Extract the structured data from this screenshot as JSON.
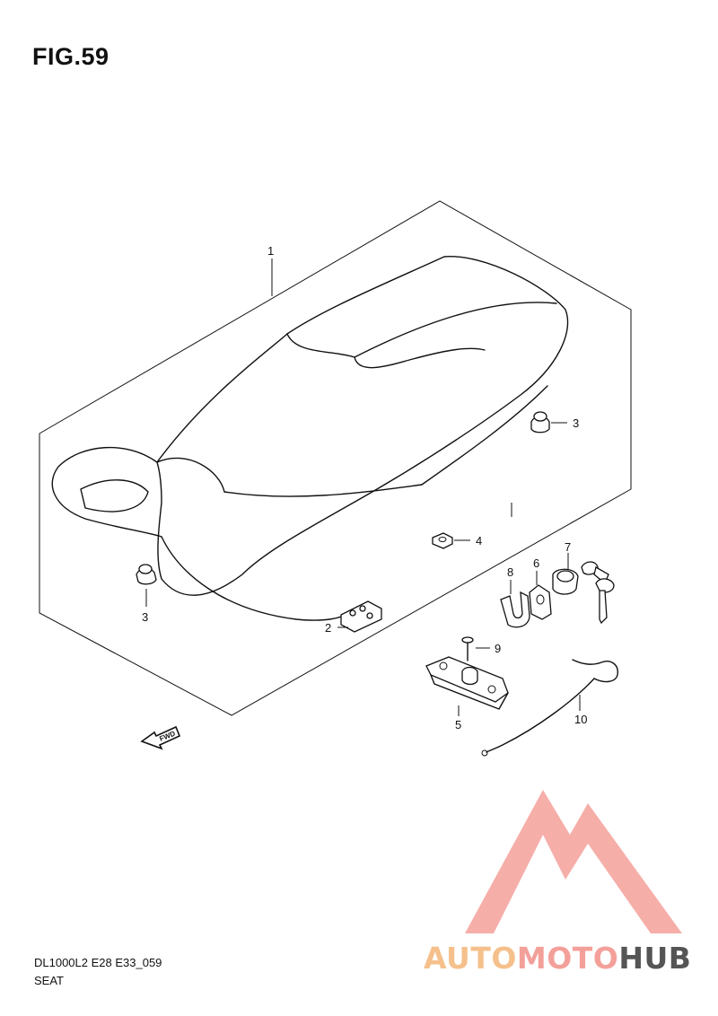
{
  "figure": {
    "title": "FIG.59"
  },
  "callouts": [
    "1",
    "2",
    "3",
    "3",
    "4",
    "5",
    "6",
    "7",
    "8",
    "9",
    "10"
  ],
  "fwd_label": "FWD",
  "footer": {
    "code": "DL1000L2 E28 E33_059",
    "name": "SEAT"
  },
  "watermark": {
    "part1": "AUTO",
    "part2": "MOTO",
    "part3": "HUB",
    "colors": {
      "auto": "#f5c08c",
      "moto": "#f4a09a",
      "hub": "#555555"
    }
  }
}
